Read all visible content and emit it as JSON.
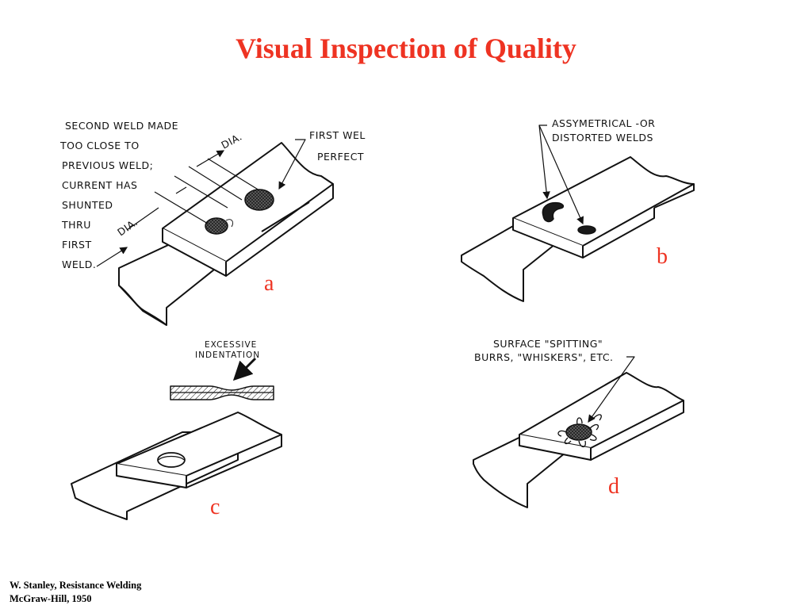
{
  "title": "Visual Inspection of Quality",
  "panels": {
    "a": {
      "letter": "a",
      "label_lines": [
        "SECOND WELD MADE",
        "TOO CLOSE TO",
        "PREVIOUS WELD;",
        "CURRENT HAS",
        "SHUNTED",
        "THRU",
        "FIRST",
        "WELD."
      ],
      "first_weld_lines": [
        "FIRST WEL",
        "PERFECT"
      ],
      "dia_upper": "DIA.",
      "dia_lower": "DIA."
    },
    "b": {
      "letter": "b",
      "label_lines": [
        "ASSYMETRICAL -OR",
        "DISTORTED WELDS"
      ]
    },
    "c": {
      "letter": "c",
      "label_lines": [
        "EXCESSIVE",
        "INDENTATION"
      ]
    },
    "d": {
      "letter": "d",
      "label_lines": [
        "SURFACE \"SPITTING\"",
        "BURRS, \"WHISKERS\", ETC."
      ]
    }
  },
  "citation": {
    "line1": "W. Stanley, Resistance Welding",
    "line2": "McGraw-Hill, 1950"
  },
  "colors": {
    "title": "#ee3322",
    "letters": "#ee3322",
    "ink": "#111111"
  }
}
